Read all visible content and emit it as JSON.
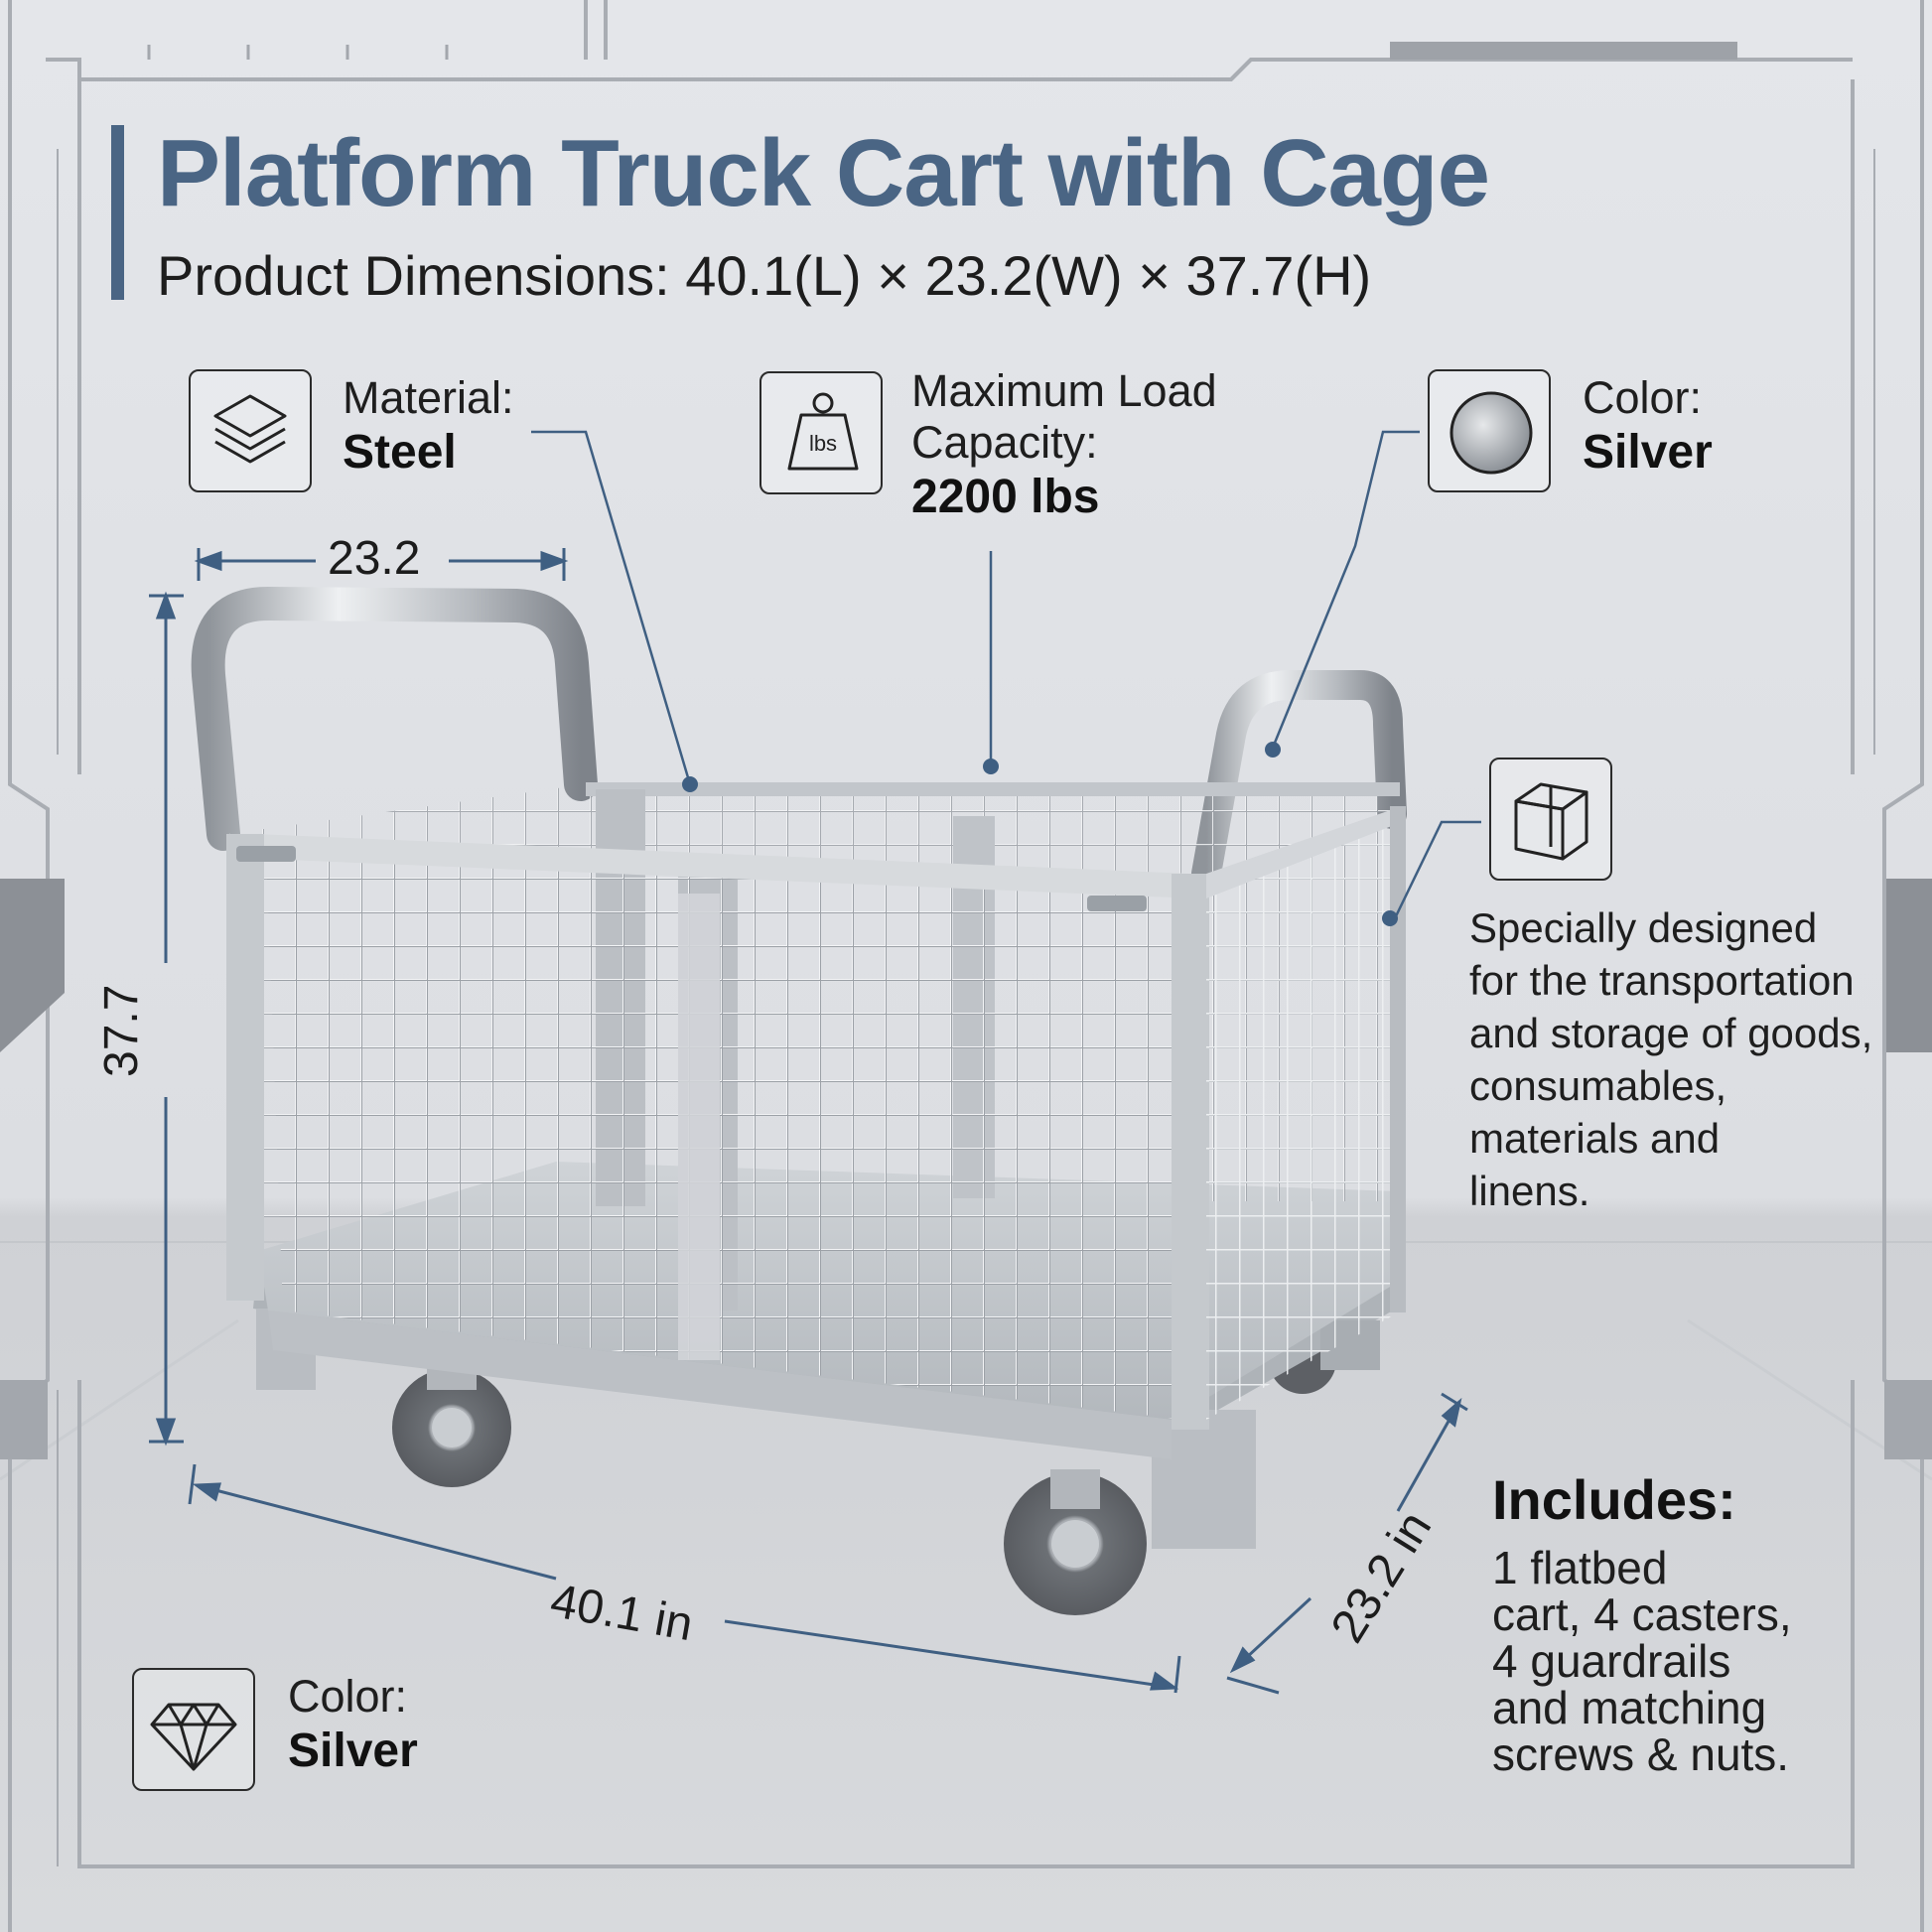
{
  "header": {
    "title": "Platform Truck Cart with Cage",
    "dimensions_label": "Product Dimensions:",
    "dimensions_value": "40.1(L) × 23.2(W) × 37.7(H)"
  },
  "features": {
    "material": {
      "icon": "layers-icon",
      "label": "Material:",
      "value": "Steel"
    },
    "load": {
      "icon": "weight-icon",
      "icon_text": "lbs",
      "label_line1": "Maximum Load",
      "label_line2": "Capacity:",
      "value": "2200 lbs"
    },
    "color_top": {
      "icon": "silver-circle-icon",
      "label": "Color:",
      "value": "Silver"
    },
    "color_bottom": {
      "icon": "diamond-icon",
      "label": "Color:",
      "value": "Silver"
    },
    "use": {
      "icon": "box-icon",
      "lines": [
        "Specially designed",
        "for the transportation",
        "and storage of goods,",
        "consumables,",
        "materials and",
        "linens."
      ]
    }
  },
  "dimensions": {
    "width_top": "23.2",
    "height": "37.7",
    "length": "40.1 in",
    "width_side": "23.2 in"
  },
  "includes": {
    "title": "Includes:",
    "lines": [
      "1 flatbed",
      "cart, 4 casters,",
      "4 guardrails",
      "and matching",
      "screws & nuts."
    ]
  },
  "colors": {
    "accent": "#4a6584",
    "steel": "#c9cdd2"
  }
}
